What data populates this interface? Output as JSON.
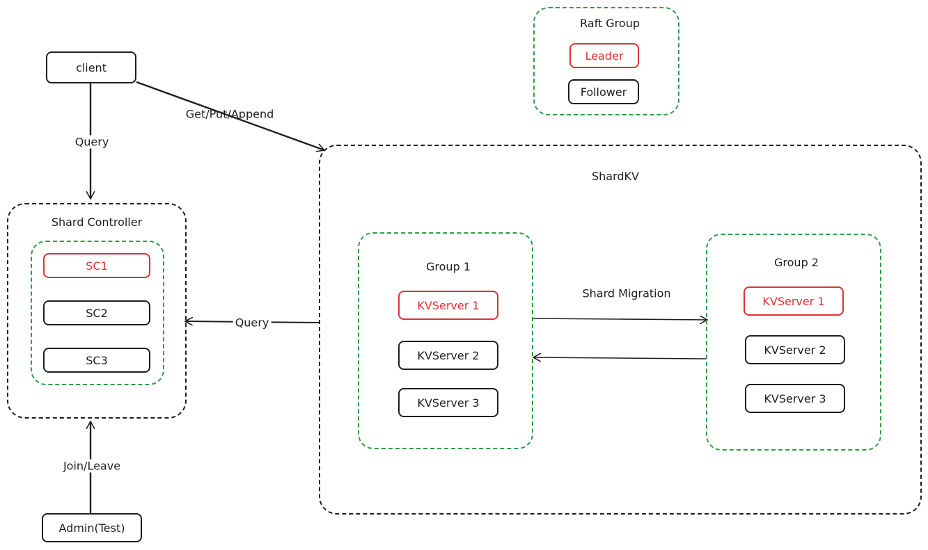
{
  "legend": {
    "title": "Raft Group",
    "leader": "Leader",
    "follower": "Follower"
  },
  "client": "client",
  "admin": "Admin(Test)",
  "shard_controller": {
    "title": "Shard Controller",
    "servers": [
      "SC1",
      "SC2",
      "SC3"
    ]
  },
  "shardkv": {
    "title": "ShardKV",
    "group1": {
      "title": "Group 1",
      "servers": [
        "KVServer 1",
        "KVServer 2",
        "KVServer 3"
      ]
    },
    "group2": {
      "title": "Group 2",
      "servers": [
        "KVServer 1",
        "KVServer 2",
        "KVServer 3"
      ]
    }
  },
  "edges": {
    "client_query": "Query",
    "client_ops": "Get/Put/Append",
    "shardkv_query": "Query",
    "admin_ops": "Join/Leave",
    "migration": "Shard Migration"
  },
  "colors": {
    "leader": "#e03131",
    "raft_group": "#2f9e44",
    "stroke": "#1e1e1e"
  }
}
